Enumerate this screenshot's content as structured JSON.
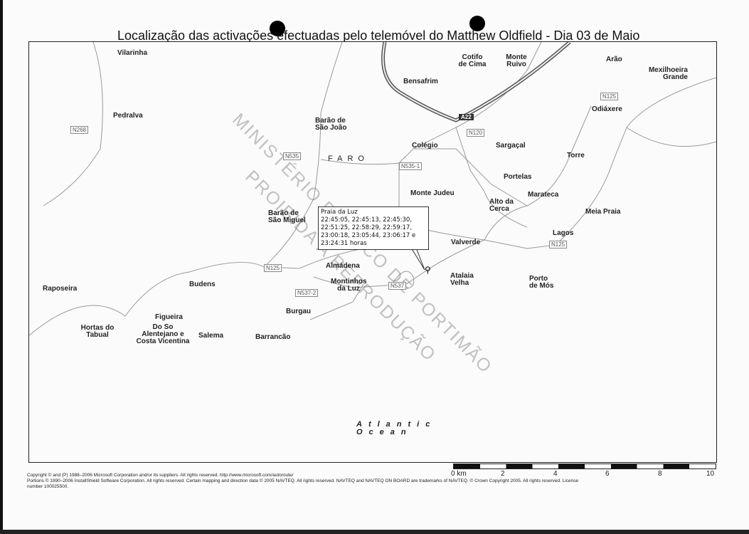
{
  "title": "Localização das activações efectuadas pelo telemóvel do Matthew Oldfield - Dia 03 de Maio",
  "map": {
    "places": [
      "Vilarinha",
      "Cotifo de Cima",
      "Monte Ruivo",
      "Arão",
      "Mexilhoeira Grande",
      "Bensafrim",
      "Odiáxere",
      "Pedralva",
      "Barão de São João",
      "Colégio",
      "Sargaçal",
      "Torre",
      "Portelas",
      "Monte Judeu",
      "Marateca",
      "Alto da Cerca",
      "Meia Praia",
      "Barão de São Miguel",
      "Lagos",
      "Valverde",
      "Almádena",
      "Raposeira",
      "Budens",
      "Montinhos da Luz",
      "Atalaia Velha",
      "Porto de Mós",
      "Burgau",
      "Figueira",
      "Hortas do Tabual",
      "Do So Alentejano e Costa Vicentina",
      "Salema",
      "Barrancão"
    ],
    "region_label": "FARO",
    "ocean_label": [
      "Atlantic",
      "Ocean"
    ],
    "road_labels": [
      "N268",
      "N535",
      "N535-1",
      "N120",
      "N125",
      "N125",
      "N125",
      "N537",
      "N537-2",
      "A22"
    ],
    "callout": {
      "place": "Praia da Luz",
      "times": "22:45:05, 22:45:13, 22:45:30, 22:51:25, 22:58:29, 22:59:17, 23:00:18, 23:05:44, 23:06:17 e 23:24:31 horas"
    },
    "watermark": [
      "MINISTÉRIO PÚBLICO DE PORTIMÃO",
      "PROIBIDA A REPRODUÇÃO"
    ]
  },
  "scale": {
    "labels": [
      "0 km",
      "2",
      "4",
      "6",
      "8",
      "10"
    ]
  },
  "copyright": [
    "Copyright © and (P) 1988–2006 Microsoft Corporation and/or its suppliers. All rights reserved. http://www.microsoft.com/autoroute/",
    "Portions © 1990–2006 InstallShield Software Corporation. All rights reserved. Certain mapping and direction data © 2005 NAVTEQ. All rights reserved. NAVTEQ and NAVTEQ ON BOARD are trademarks of NAVTEQ. © Crown Copyright 2005. All rights reserved. License",
    "number 100025500."
  ]
}
